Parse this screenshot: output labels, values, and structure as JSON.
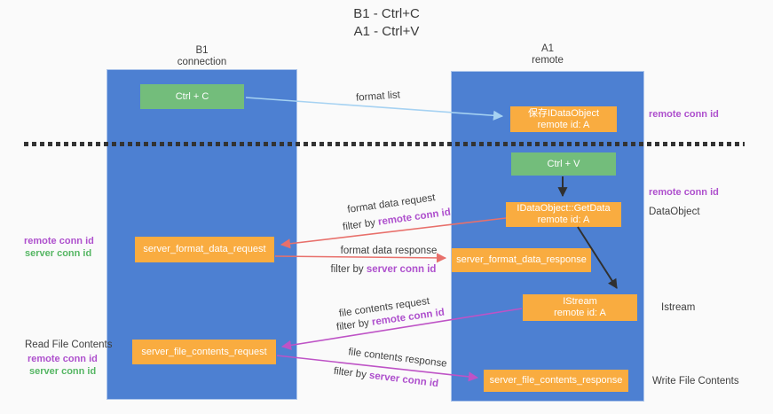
{
  "title": {
    "line1": "B1 - Ctrl+C",
    "line2": "A1 - Ctrl+V"
  },
  "lifelines": {
    "left": {
      "name": "B1",
      "role": "connection"
    },
    "right": {
      "name": "A1",
      "role": "remote"
    }
  },
  "boxes": {
    "ctrl_c": {
      "label": "Ctrl + C"
    },
    "save_idataobject": {
      "line1": "保存IDataObject",
      "line2": "remote id: A"
    },
    "ctrl_v": {
      "label": "Ctrl + V"
    },
    "getdata": {
      "line1": "IDataObject::GetData",
      "line2": "remote id: A"
    },
    "server_format_data_request": {
      "label": "server_format_data_request"
    },
    "server_format_data_response": {
      "label": "server_format_data_response"
    },
    "istream": {
      "line1": "IStream",
      "line2": "remote id: A"
    },
    "server_file_contents_request": {
      "label": "server_file_contents_request"
    },
    "server_file_contents_response": {
      "label": "server_file_contents_response"
    }
  },
  "messages": {
    "format_list": {
      "label": "format list"
    },
    "format_data_request": {
      "label": "format data request",
      "filter_prefix": "filter by ",
      "filter_key": "remote conn id"
    },
    "format_data_response": {
      "label": "format data response",
      "filter_prefix": "filter by ",
      "filter_key": "server conn id"
    },
    "file_contents_request": {
      "label": "file contents request",
      "filter_prefix": "filter by ",
      "filter_key": "remote conn id"
    },
    "file_contents_response": {
      "label": "file contents response",
      "filter_prefix": "filter by ",
      "filter_key": "server conn id"
    }
  },
  "annotations": {
    "right_remote_conn_id_top": "remote conn id",
    "right_remote_conn_id_mid": "remote conn id",
    "right_dataobject": "DataObject",
    "right_istream": "Istream",
    "right_write_file_contents": "Write File Contents",
    "left_remote_conn_id_top": "remote conn id",
    "left_server_conn_id_top": "server conn id",
    "left_read_file_contents": "Read File Contents",
    "left_remote_conn_id_bottom": "remote conn id",
    "left_server_conn_id_bottom": "server conn id"
  },
  "colors": {
    "lifeline_blue": "#4D80D2",
    "action_green": "#73BD7B",
    "message_orange": "#F9AC40",
    "arrow_blue": "#A6D2F2",
    "arrow_red": "#E8706B",
    "arrow_magenta": "#BE53C6",
    "arrow_black": "#303030",
    "text_purple": "#AE50CD",
    "text_green": "#55B663",
    "text_dark": "#3F3F3F",
    "background": "#FAFAFA"
  }
}
